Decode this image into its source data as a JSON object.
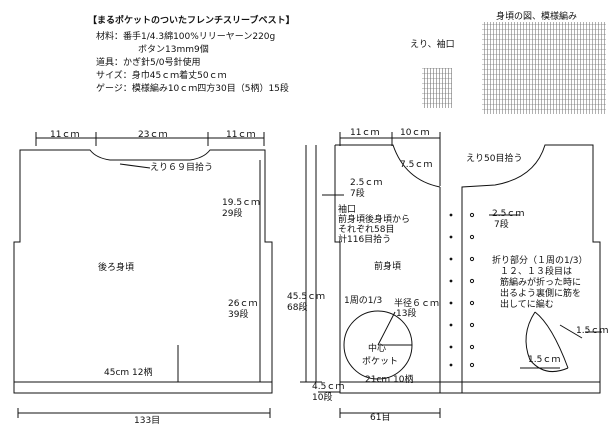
{
  "header": {
    "title": "【まるポケットのついたフレンチスリーブベスト】",
    "materials_1": "材料：番手1/4.3綿100%リリーヤーン220g",
    "materials_2": "ボタン13mm9個",
    "tools": "道具：かぎ針5/0号針使用",
    "size": "サイズ：身巾45ｃｍ着丈50ｃｍ",
    "gauge": "ゲージ：模様編み10ｃｍ四方30目（5柄）15段"
  },
  "charts": {
    "body_label": "身頃の図、模様編み",
    "collar_label_1": "えり、袖口"
  },
  "back": {
    "w_left": "11ｃｍ",
    "w_mid": "23ｃｍ",
    "w_right": "11ｃｍ",
    "neck": "えり６９目拾う",
    "h1_a": "19.5ｃｍ",
    "h1_b": "29段",
    "name": "後ろ身頃",
    "h2_a": "26ｃｍ",
    "h2_b": "39段",
    "hem": "45cm 12柄",
    "bottom": "133目"
  },
  "front": {
    "w_left": "11ｃｍ",
    "w_right": "10ｃｍ",
    "neck_drop": "7.5ｃｍ",
    "collar": "えり50目拾う",
    "side_a": "2.5ｃｍ",
    "side_b": "7段",
    "sleeve_1": "袖口",
    "sleeve_2": "前身頃後身頃から",
    "sleeve_3": "それぞれ58目",
    "sleeve_4": "計116目拾う",
    "total_h_a": "45.5ｃｍ",
    "total_h_b": "68段",
    "name": "前身頃",
    "band_a": "2.5ｃｍ",
    "band_b": "7段",
    "fold_1": "折り部分（１周の1/3）",
    "fold_2": "１２、１３段目は",
    "fold_3": "筋編みが折った時に",
    "fold_4": "出るよう裏側に筋を",
    "fold_5": "出してに編む",
    "pocket_third": "1周の1/3",
    "radius_a": "半径６ｃｍ",
    "radius_b": "13段",
    "center": "中心",
    "pocket": "ポケット",
    "hem": "21cm 10柄",
    "hem_h_a": "4.5ｃｍ",
    "hem_h_b": "10段",
    "pocket_edge": "1.5ｃｍ",
    "pocket_edge2": "1.5ｃｍ",
    "bottom": "61目"
  }
}
